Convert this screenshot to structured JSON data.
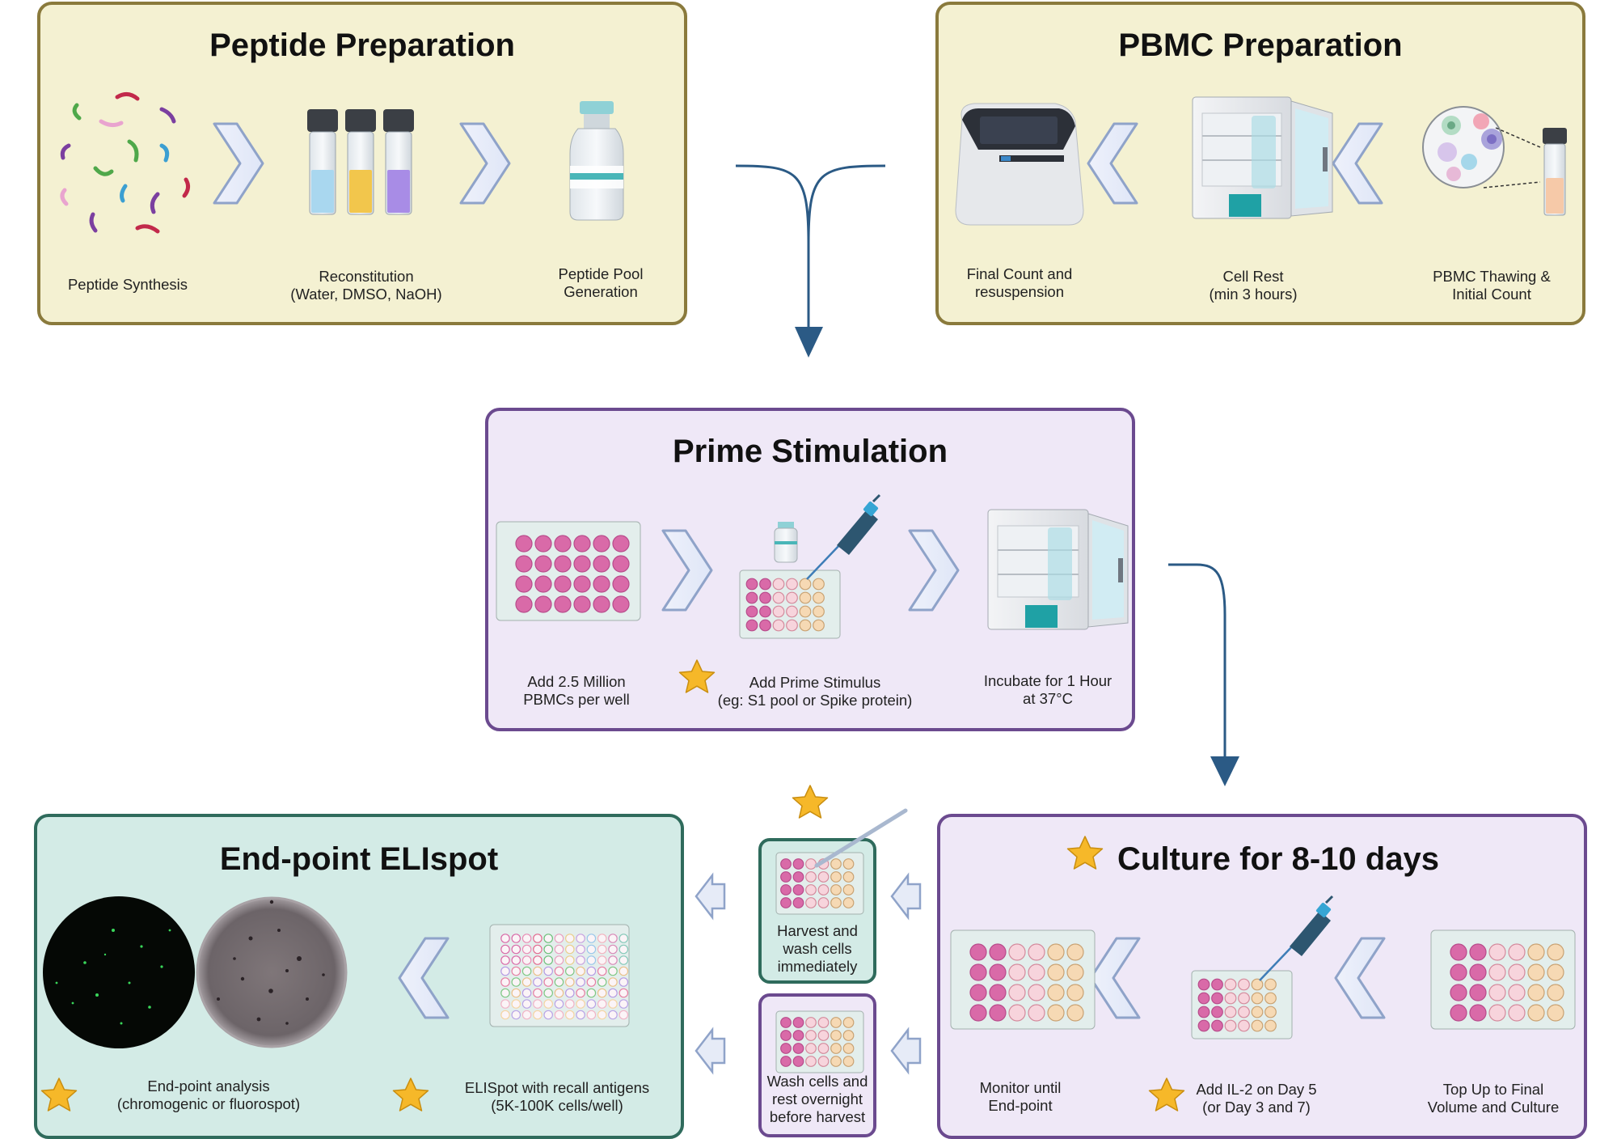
{
  "panels": {
    "peptide": {
      "title": "Peptide Preparation",
      "steps": [
        "Peptide Synthesis",
        "Reconstitution\n(Water, DMSO, NaOH)",
        "Peptide Pool\nGeneration"
      ]
    },
    "pbmc": {
      "title": "PBMC Preparation",
      "steps": [
        "Final Count and\nresuspension",
        "Cell Rest\n(min 3 hours)",
        "PBMC Thawing &\nInitial Count"
      ]
    },
    "prime": {
      "title": "Prime Stimulation",
      "steps": [
        "Add 2.5 Million\nPBMCs per well",
        "Add Prime Stimulus\n(eg: S1 pool or Spike protein)",
        "Incubate for 1 Hour\nat 37°C"
      ]
    },
    "culture": {
      "title": "Culture for 8-10 days",
      "steps": [
        "Monitor until\nEnd-point",
        "Add IL-2 on Day 5\n(or Day 3 and 7)",
        "Top Up to Final\nVolume and Culture"
      ]
    },
    "elispot": {
      "title": "End-point ELIspot",
      "steps": [
        "End-point analysis\n(chromogenic or fluorospot)",
        "ELISpot with recall antigens\n(5K-100K cells/well)"
      ]
    },
    "harvest": {
      "label": "Harvest and\nwash cells\nimmediately"
    },
    "rest": {
      "label": "Wash cells and\nrest overnight\nbefore harvest"
    }
  },
  "colors": {
    "peptide_bg": "#f4f1d2",
    "peptide_border": "#8a7a3c",
    "pbmc_bg": "#f4f1d2",
    "pbmc_border": "#8a7a3c",
    "prime_bg": "#efe8f7",
    "prime_border": "#6b4a8f",
    "culture_bg": "#efe8f7",
    "culture_border": "#6b4a8f",
    "elispot_bg": "#d3ebe6",
    "elispot_border": "#2f6b5c",
    "harvest_bg": "#d3ebe6",
    "harvest_border": "#2f6b5c",
    "rest_bg": "#efe8f7",
    "rest_border": "#6b4a8f",
    "flow_arrow": "#2b5a85",
    "star": "#f6b829",
    "well_pink": "#d96aa8",
    "well_light": "#f7d4dc",
    "well_peach": "#f6d9b4"
  }
}
